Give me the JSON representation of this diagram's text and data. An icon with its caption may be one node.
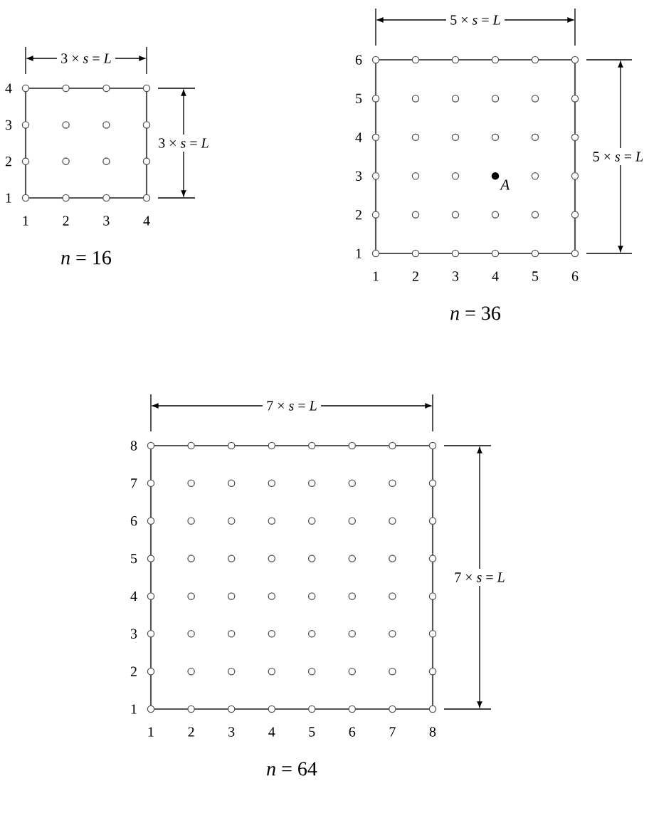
{
  "diagram": {
    "labels": [
      "3 × *s* = *L*",
      "3 × *s* = *L*",
      "4",
      "3",
      "2",
      "1",
      "1",
      "2",
      "3",
      "4",
      "*n* = 16",
      "5 × *s* = *L*",
      "5 × *s* = *L*",
      "6",
      "5",
      "4",
      "3",
      "2",
      "1",
      "1",
      "2",
      "3",
      "4",
      "5",
      "6",
      "*n* = 36",
      "A",
      "7 × *s* = *L*",
      "7 × *s* = *L*",
      "8",
      "7",
      "6",
      "5",
      "4",
      "3",
      "2",
      "1",
      "1",
      "2",
      "3",
      "4",
      "5",
      "6",
      "7",
      "8",
      "*n* = 64"
    ]
  }
}
